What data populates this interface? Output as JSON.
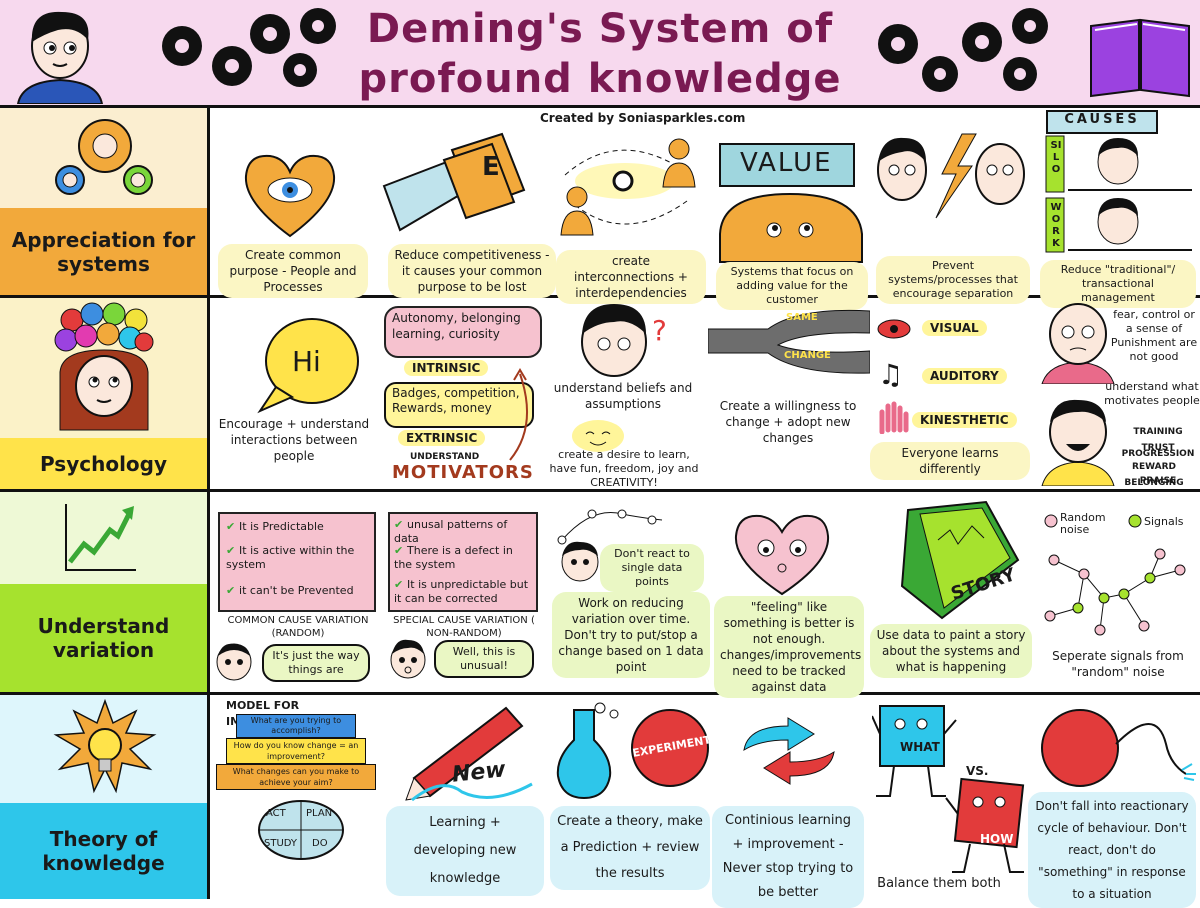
{
  "title": {
    "line1": "Deming's System of",
    "line2": "profound knowledge"
  },
  "credit": "Created by Soniasparkles.com",
  "rows": {
    "systems": {
      "label": "Appreciation for systems",
      "cells": [
        "Create common purpose - People and Processes",
        "Reduce competitiveness - it causes your common purpose to be lost",
        "create interconnections + interdependencies",
        "Systems that focus on adding value for the customer",
        "Prevent systems/processes that encourage separation",
        "Reduce \"traditional\"/ transactional management"
      ],
      "value_sign": "VALUE",
      "card_letter": "E",
      "causes_sign": "CAUSES",
      "silo": "SILO",
      "work": "WORK"
    },
    "psychology": {
      "label": "Psychology",
      "hi": "Hi",
      "c1": "Encourage + understand interactions between people",
      "intrinsic_list": "Autonomy, belonging learning, curiosity",
      "intrinsic": "INTRINSIC",
      "extrinsic_list": "Badges, competition, Rewards, money",
      "extrinsic": "EXTRINSIC",
      "understand": "UNDERSTAND",
      "motivators": "MOTIVATORS",
      "c3a": "understand beliefs and assumptions",
      "c3b": "create a desire to learn, have fun, freedom, joy and CREATIVITY!",
      "same": "SAME",
      "change": "CHANGE",
      "c4": "Create a willingness to change + adopt new changes",
      "visual": "VISUAL",
      "auditory": "AUDITORY",
      "kinesthetic": "KINESTHETIC",
      "c5": "Everyone learns differently",
      "c6a": "fear, control or a sense of Punishment are not good",
      "c6b": "understand what motivates people",
      "w1": "TRAINING TRUST",
      "w2": "PROGRESSION",
      "w3": "REWARD BELONGING",
      "w4": "PRAISE"
    },
    "variation": {
      "label": "Understand variation",
      "common_items": [
        "It is Predictable",
        "It is active within the system",
        "it can't be Prevented"
      ],
      "common_title": "COMMON CAUSE VARIATION (RANDOM)",
      "common_speech": "It's just the way things are",
      "special_items": [
        "unusal patterns of data",
        "There is a defect in the system",
        "It is unpredictable but it can be corrected"
      ],
      "special_title": "SPECIAL CAUSE VARIATION ( NON-RANDOM)",
      "special_speech": "Well, this is unusual!",
      "c3a": "Don't react to single data points",
      "c3b": "Work on reducing variation over time. Don't try to put/stop a change based on 1 data point",
      "c4": "\"feeling\" like something is better is not enough. changes/improvements need to be tracked against data",
      "story": "STORY",
      "c5": "Use data to paint a story about the systems and what is happening",
      "legend_random": "Random noise",
      "legend_signals": "Signals",
      "c6": "Seperate signals from \"random\" noise"
    },
    "knowledge": {
      "label": "Theory of knowledge",
      "model_title": "MODEL FOR IMPROVEMENT",
      "model_q1": "What are you trying to accomplish?",
      "model_q2": "How do you know change = an improvement?",
      "model_q3": "What changes can you make to achieve your aim?",
      "pdsa": [
        "ACT",
        "PLAN",
        "STUDY",
        "DO"
      ],
      "new": "New",
      "c2": "Learning + developing new knowledge",
      "experiment": "EXPERIMENT",
      "c3": "Create a theory, make a Prediction + review the results",
      "c4": "Continious learning + improvement - Never stop trying to be better",
      "what": "WHAT",
      "vs": "VS.",
      "how": "HOW",
      "c5": "Balance them both",
      "c6": "Don't fall into reactionary cycle of behaviour. Don't react, don't do \"something\" in response to a situation"
    }
  },
  "colors": {
    "header_bg": "#f7d9ee",
    "title": "#7a1a52",
    "systems_band": "#f2a93b",
    "psych_band": "#ffe34a",
    "variation_band": "#a6e22e",
    "knowledge_band": "#2ec6ea"
  }
}
